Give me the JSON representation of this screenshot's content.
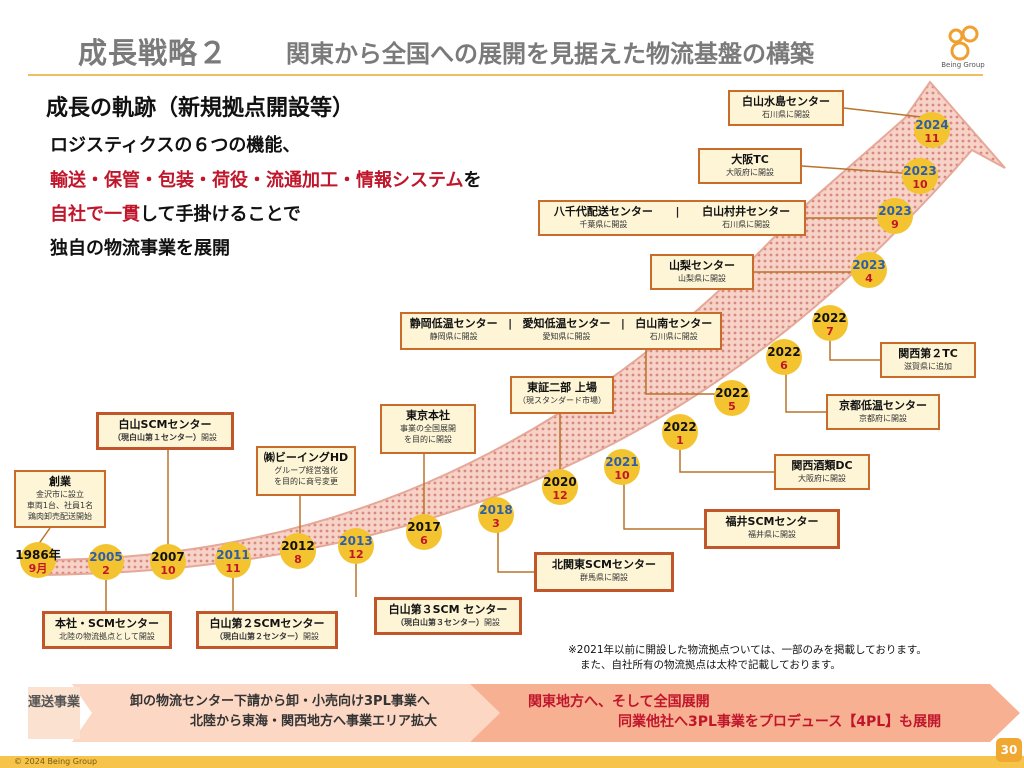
{
  "header": {
    "title": "成長戦略２",
    "subtitle": "関東から全国への展開を見据えた物流基盤の構築",
    "logo_text": "Being Group"
  },
  "section_title": "成長の軌跡（新規拠点開設等）",
  "intro": {
    "line1": "ロジスティクスの６つの機能、",
    "line2_red": "輸送・保管・包装・荷役・流通加工・情報システム",
    "line2_tail": "を",
    "line3_red": "自社で一貫",
    "line3_tail": "して手掛けることで",
    "line4": "独自の物流事業を展開"
  },
  "milestones": [
    {
      "year": "1986",
      "year_suffix": "年",
      "month": "9",
      "month_suffix": "月"
    },
    {
      "year": "2005",
      "month": "2"
    },
    {
      "year": "2007",
      "month": "10"
    },
    {
      "year": "2011",
      "month": "11"
    },
    {
      "year": "2012",
      "month": "8"
    },
    {
      "year": "2013",
      "month": "12"
    },
    {
      "year": "2017",
      "month": "6"
    },
    {
      "year": "2018",
      "month": "3"
    },
    {
      "year": "2020",
      "month": "12"
    },
    {
      "year": "2021",
      "month": "10"
    },
    {
      "year": "2022",
      "month": "1"
    },
    {
      "year": "2022",
      "month": "5"
    },
    {
      "year": "2022",
      "month": "6"
    },
    {
      "year": "2022",
      "month": "7"
    },
    {
      "year": "2023",
      "month": "4"
    },
    {
      "year": "2023",
      "month": "9"
    },
    {
      "year": "2023",
      "month": "10"
    },
    {
      "year": "2024",
      "month": "11"
    }
  ],
  "boxes": {
    "soyo": {
      "title": "創業",
      "sub1": "金沢市に設立",
      "sub2": "車両1台、社員1名",
      "sub3": "鶏肉卸売配送開始"
    },
    "honsha_scm": {
      "title": "本社・SCMセンター",
      "sub": "北陸の物流拠点として開設"
    },
    "hakusan_scm": {
      "title": "白山SCMセンター",
      "sub_bold": "（現白山第１センター）",
      "sub": "開設"
    },
    "hakusan2": {
      "title": "白山第２SCMセンター",
      "sub_bold": "（現白山第２センター）",
      "sub": "開設"
    },
    "being_hd": {
      "title": "㈱ビーイングHD",
      "sub1": "グループ経営強化",
      "sub2": "を目的に商号変更"
    },
    "hakusan3": {
      "title": "白山第３SCM センター",
      "sub_bold": "（現白山第３センター）",
      "sub": "開設"
    },
    "tokyo": {
      "title": "東京本社",
      "sub1": "事業の全国展開",
      "sub2": "を目的に開設"
    },
    "kita_kanto": {
      "title": "北関東SCMセンター",
      "sub": "群馬県に開設"
    },
    "tosho": {
      "title": "東証二部 上場",
      "sub": "（現スタンダード市場）"
    },
    "fukui": {
      "title": "福井SCMセンター",
      "sub": "福井県に開設"
    },
    "kansai_shurui": {
      "title": "関西酒類DC",
      "sub": "大阪府に開設"
    },
    "kyoto": {
      "title": "京都低温センター",
      "sub": "京都府に開設"
    },
    "kansai2": {
      "title": "関西第２TC",
      "sub": "滋賀県に追加"
    },
    "shizuoka_group": {
      "t1": "静岡低温センター",
      "s1": "静岡県に開設",
      "t2": "愛知低温センター",
      "s2": "愛知県に開設",
      "t3": "白山南センター",
      "s3": "石川県に開設",
      "sep": "|"
    },
    "yamanashi": {
      "title": "山梨センター",
      "sub": "山梨県に開設"
    },
    "yachiyo_group": {
      "t1": "八千代配送センター",
      "s1": "千葉県に開設",
      "t2": "白山村井センター",
      "s2": "石川県に開設",
      "sep": "|"
    },
    "osaka_tc": {
      "title": "大阪TC",
      "sub": "大阪府に開設"
    },
    "hakusan_mizushima": {
      "title": "白山水島センター",
      "sub": "石川県に開設"
    }
  },
  "note": {
    "line1": "※2021年以前に開設した物流拠点ついては、一部のみを掲載しております。",
    "line2": "また、自社所有の物流拠点は太枠で記載しております。"
  },
  "bottom": {
    "label": "運送事業",
    "left_line1": "卸の物流センター下請から卸・小売向け3PL事業へ",
    "left_line2": "北陸から東海・関西地方へ事業エリア拡大",
    "right_line1": "関東地方へ、そして全国展開",
    "right_line2": "同業他社へ3PL事業をプロデュース【4PL】も展開"
  },
  "footer": {
    "copyright": "© 2024 Being Group",
    "page": "30"
  },
  "colors": {
    "accent_red": "#c0162b",
    "box_border": "#c96b2a",
    "box_fill": "#fdf5d6",
    "arrow_fill": "#f3b8b0",
    "medallion": "#f4c430",
    "year_red": "#c0162b",
    "year_blue": "#2f5ea8"
  }
}
